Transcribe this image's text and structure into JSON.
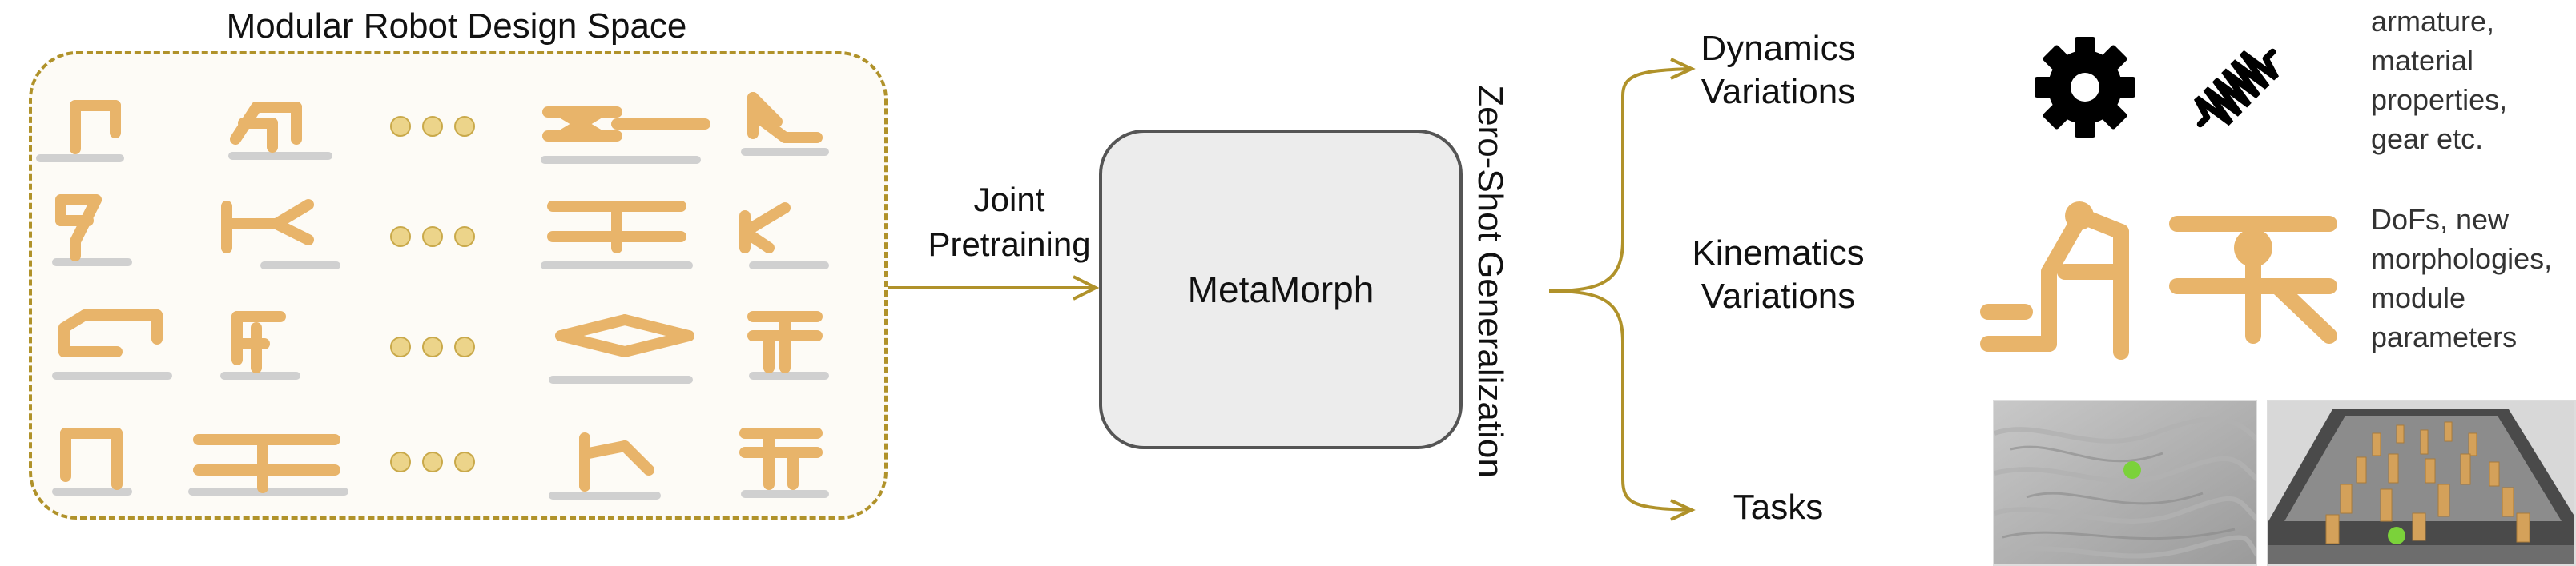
{
  "design_space": {
    "title": "Modular Robot Design Space"
  },
  "arrow_label": {
    "line1": "Joint",
    "line2": "Pretraining"
  },
  "model": {
    "name": "MetaMorph"
  },
  "generalization": {
    "label": "Zero-Shot Generalization"
  },
  "branches": [
    {
      "line1": "Dynamics",
      "line2": "Variations"
    },
    {
      "line1": "Kinematics",
      "line2": "Variations"
    },
    {
      "line1": "Tasks"
    }
  ],
  "notes": {
    "dynamics": [
      "armature,",
      "material",
      "properties,",
      "gear etc."
    ],
    "kinematics": [
      "DoFs, new",
      "morphologies,",
      "module",
      "parameters"
    ]
  },
  "colors": {
    "accent": "#b0922a",
    "limb": "#e8b46a",
    "limb_dark": "#c9923f",
    "ellipsis": "#ecd48a",
    "ball": "#7bd23a"
  },
  "icons": [
    "gear-icon",
    "spring-icon"
  ]
}
